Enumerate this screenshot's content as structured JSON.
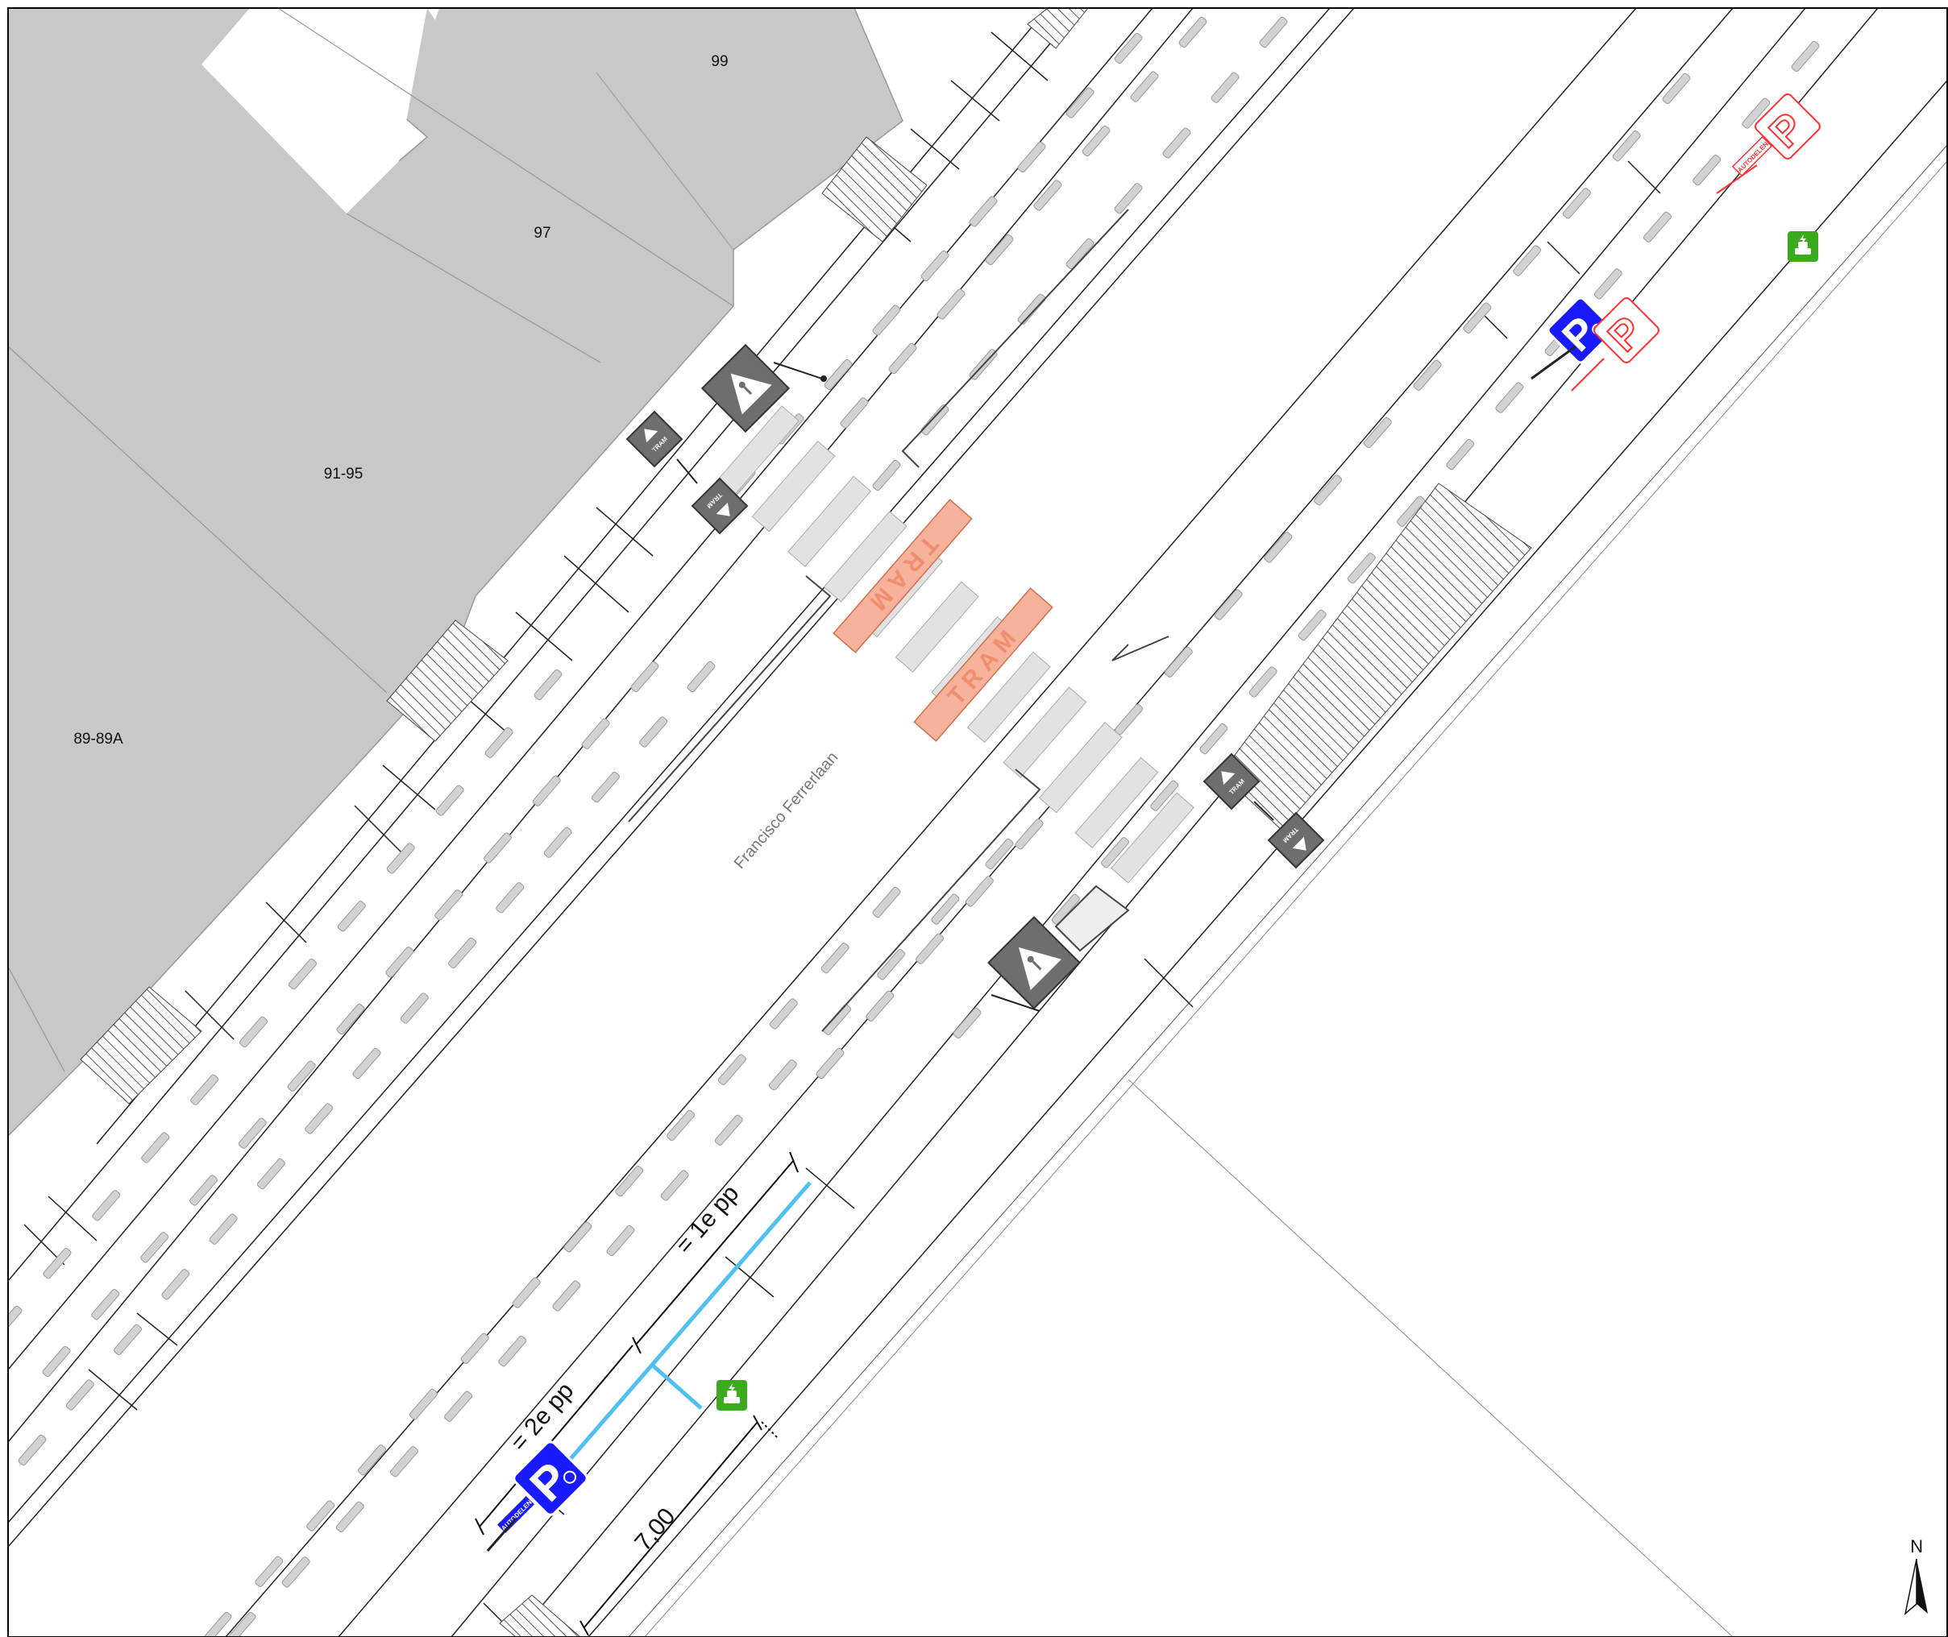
{
  "map": {
    "street_name": "Francisco Ferrerlaan",
    "lots": [
      {
        "id": "lot-99",
        "label": "99"
      },
      {
        "id": "lot-97",
        "label": "97"
      },
      {
        "id": "lot-91-95",
        "label": "91-95"
      },
      {
        "id": "lot-89-89a",
        "label": "89-89A"
      }
    ],
    "tram_markings": [
      "TRAM",
      "TRAM"
    ],
    "dimensions": {
      "first_spot": "= 1e pp",
      "second_spot": "= 2e pp",
      "length": "7,00"
    },
    "signs": {
      "parking_letter": "P",
      "tram_warning": "TRAM",
      "sub_plate": "AUTODELEN"
    },
    "north_label": "N",
    "colors": {
      "building_fill": "#c8c8c8",
      "road_marking": "#d2d2d2",
      "sign_grey": "#6e6e6e",
      "parking_blue": "#1a1aff",
      "proposal_red": "#ff3030",
      "tram_orange": "#f6b29a",
      "charge_green": "#3aaa1f",
      "cable_blue": "#4fc0f0"
    },
    "icons": [
      "pedestrian-crossing-sign",
      "tram-warning-sign",
      "parking-sign",
      "ev-charging-icon",
      "north-arrow-icon"
    ]
  }
}
